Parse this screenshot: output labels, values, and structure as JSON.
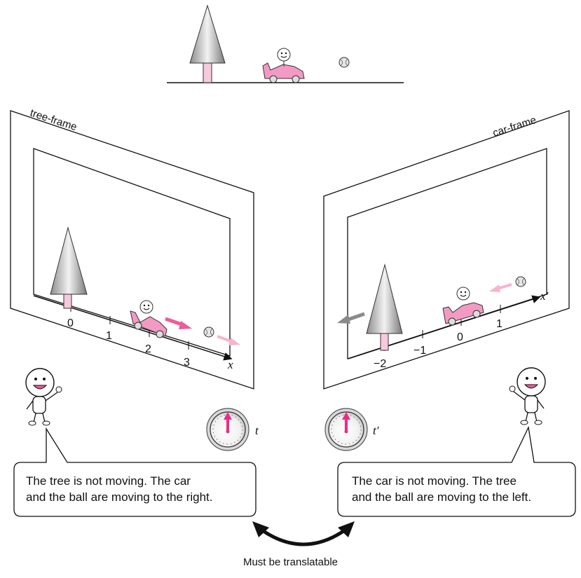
{
  "frames": {
    "left": {
      "title": "tree-frame",
      "axis_label": "x",
      "ticks": [
        "0",
        "1",
        "2",
        "3"
      ],
      "clock_label": "t"
    },
    "right": {
      "title": "car-frame",
      "axis_label": "x′",
      "ticks": [
        "−2",
        "−1",
        "0",
        "1"
      ],
      "clock_label": "t′"
    }
  },
  "bubbles": {
    "left": {
      "line1": "The tree is not moving. The car",
      "line2": "and the ball are moving to the right."
    },
    "right": {
      "line1": "The car is not moving. The tree",
      "line2": "and the ball are moving to the left."
    }
  },
  "footer": {
    "label": "Must be translatable"
  },
  "colors": {
    "pink": "#ee5a9c",
    "light_pink": "#f7b3d0",
    "gray_arrow": "#8a8a8a",
    "car": "#f29ac4"
  }
}
